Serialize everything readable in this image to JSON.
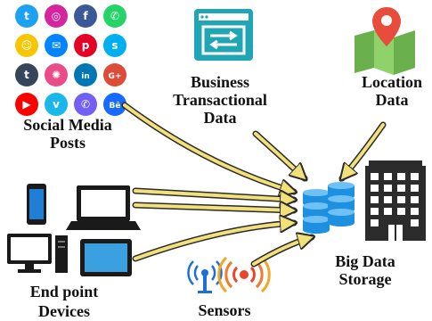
{
  "labels": {
    "social_line1": "Social Media",
    "social_line2": "Posts",
    "business_line1": "Business",
    "business_line2": "Transactional",
    "business_line3": "Data",
    "location_line1": "Location",
    "location_line2": "Data",
    "endpoint_line1": "End point",
    "endpoint_line2": "Devices",
    "sensors": "Sensors",
    "bigdata_line1": "Big Data",
    "bigdata_line2": "Storage"
  },
  "social_icons": [
    {
      "name": "twitter-icon",
      "color": "#1da1f2",
      "glyph": "t"
    },
    {
      "name": "instagram-icon",
      "color": "#d6249f",
      "glyph": "◎"
    },
    {
      "name": "facebook-icon",
      "color": "#3b5998",
      "glyph": "f"
    },
    {
      "name": "whatsapp-icon",
      "color": "#25d366",
      "glyph": "✆"
    },
    {
      "name": "snapchat-icon",
      "color": "#f7c600",
      "glyph": "☺"
    },
    {
      "name": "messenger-icon",
      "color": "#0084ff",
      "glyph": "✉"
    },
    {
      "name": "pinterest-icon",
      "color": "#e60023",
      "glyph": "p"
    },
    {
      "name": "skype-icon",
      "color": "#00aff0",
      "glyph": "s"
    },
    {
      "name": "tumblr-icon",
      "color": "#35465c",
      "glyph": "t"
    },
    {
      "name": "dribbble-icon",
      "color": "#ea4c89",
      "glyph": "✺"
    },
    {
      "name": "linkedin-icon",
      "color": "#0077b5",
      "glyph": "in"
    },
    {
      "name": "google-plus-icon",
      "color": "#dd4b39",
      "glyph": "G+"
    },
    {
      "name": "youtube-icon",
      "color": "#ff0000",
      "glyph": "▶"
    },
    {
      "name": "vimeo-icon",
      "color": "#1ab7ea",
      "glyph": "v"
    },
    {
      "name": "viber-icon",
      "color": "#7360f2",
      "glyph": "✆"
    },
    {
      "name": "behance-icon",
      "color": "#1769ff",
      "glyph": "Bē"
    }
  ],
  "colors": {
    "arrow": "#f2e07a",
    "arrow_outline": "#2b2b2b",
    "database": "#1e90e0",
    "building": "#2c2c2c",
    "map_pin": "#e74c3c",
    "map_green": "#6ab04c",
    "business_screen": "#1fa5b4"
  }
}
